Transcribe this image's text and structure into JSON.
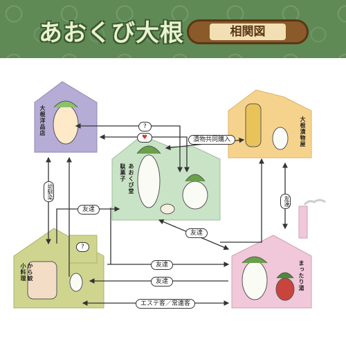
{
  "header": {
    "title": "あおくび大根",
    "plaque": "相関図"
  },
  "houses": {
    "western_shop": {
      "name": "大根洋品店",
      "color": "#b6add6"
    },
    "center": {
      "name_small": "駄菓子",
      "name": "あおくび堂",
      "color": "#c9e3c6"
    },
    "pickles": {
      "name": "大根漬物屋",
      "color": "#f6d38d"
    },
    "tailor": {
      "name_small": "小料理",
      "name": "から鮫",
      "color": "#cfd58e"
    },
    "bathhouse": {
      "name": "まったり湯",
      "color": "#f1c8d9"
    }
  },
  "relations": {
    "question": "?",
    "heart": "♥",
    "pickles_union": "漬物共同購入",
    "friend_1": "友達",
    "friend_2": "友達",
    "friend_3": "友達",
    "friend_4": "友達",
    "friend_5": "友達",
    "childhood": "幼馴染",
    "house_question": "?",
    "bathhouse_regular": "エステ客／常連客"
  },
  "colors": {
    "header_bg": "#5f8a56",
    "line": "#333333"
  }
}
